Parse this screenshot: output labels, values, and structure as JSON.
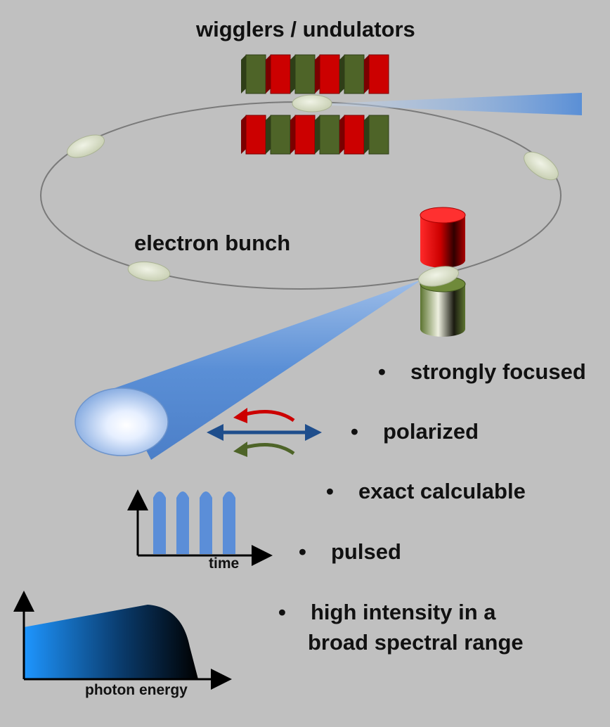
{
  "labels": {
    "insertion_device": "wigglers / undulators",
    "bunch": "electron bunch",
    "time_axis": "time",
    "energy_axis": "photon energy"
  },
  "bullets": [
    {
      "text": "strongly focused"
    },
    {
      "text": "polarized"
    },
    {
      "text": "exact calculable"
    },
    {
      "text": "pulsed"
    },
    {
      "lines": [
        "high intensity in a",
        "broad spectral range"
      ]
    }
  ],
  "bullet_glyph": "•",
  "pulse_count": 4,
  "colors": {
    "background": "#c0c0c0",
    "magnet_red": "#cc0000",
    "magnet_green": "#4e6428",
    "bunch": "#d6dcc4",
    "beam_blue": "#5a8fd6",
    "pulse": "#5b8ed8",
    "pol_arrow": "#1f4e8c",
    "rot_red": "#cc0000",
    "rot_green": "#4e6428"
  }
}
